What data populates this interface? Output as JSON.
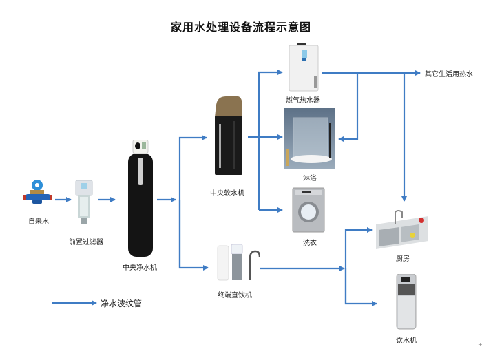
{
  "title": "家用水处理设备流程示意图",
  "nodes": {
    "tap_water": {
      "label": "自来水",
      "icon": "water-meter-icon"
    },
    "pre_filter": {
      "label": "前置过滤器",
      "icon": "pre-filter-icon"
    },
    "central_purifier": {
      "label": "中央净水机",
      "icon": "central-purifier-icon"
    },
    "central_softener": {
      "label": "中央软水机",
      "icon": "water-softener-icon"
    },
    "gas_heater": {
      "label": "燃气热水器",
      "icon": "gas-water-heater-icon"
    },
    "shower": {
      "label": "淋浴",
      "icon": "shower-room-icon"
    },
    "washing": {
      "label": "洗衣",
      "icon": "washing-machine-icon"
    },
    "terminal_drinker": {
      "label": "终端直饮机",
      "icon": "terminal-drinking-purifier-icon"
    },
    "kitchen": {
      "label": "厨房",
      "icon": "kitchen-sink-icon"
    },
    "dispenser": {
      "label": "饮水机",
      "icon": "water-dispenser-icon"
    },
    "other_hot_water": {
      "label": "其它生活用热水"
    }
  },
  "legend": {
    "label": "净水波纹管",
    "line_color": "#3f7cc4"
  },
  "colors": {
    "pipe": "#3f7cc4"
  },
  "edges": [
    [
      "tap_water",
      "pre_filter"
    ],
    [
      "pre_filter",
      "central_purifier"
    ],
    [
      "central_purifier",
      "central_softener"
    ],
    [
      "central_purifier",
      "terminal_drinker"
    ],
    [
      "central_softener",
      "gas_heater"
    ],
    [
      "central_softener",
      "shower"
    ],
    [
      "central_softener",
      "washing"
    ],
    [
      "gas_heater",
      "other_hot_water"
    ],
    [
      "gas_heater",
      "shower"
    ],
    [
      "gas_heater",
      "kitchen"
    ],
    [
      "terminal_drinker",
      "kitchen"
    ],
    [
      "terminal_drinker",
      "dispenser"
    ]
  ]
}
